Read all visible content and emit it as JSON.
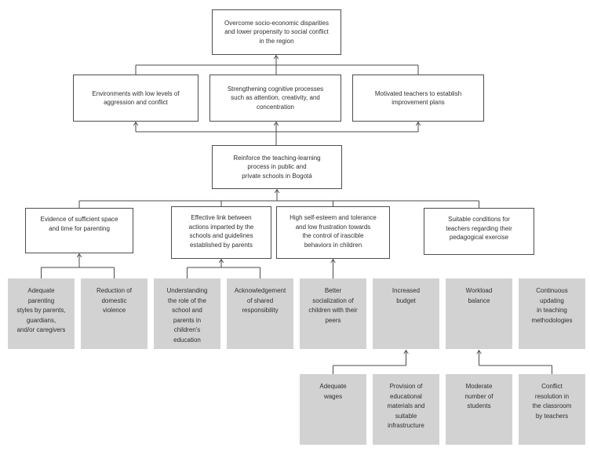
{
  "diagram": {
    "type": "objectives-tree",
    "colors": {
      "background": "#ffffff",
      "white_box_fill": "#ffffff",
      "box_border": "#4e4e4e",
      "gray_box_fill": "#d2d2d2",
      "connector_line": "#4a4a4a",
      "text": "#2f2f2f"
    },
    "goal": {
      "text": "Overcome socio-economic disparities\nand lower propensity to social conflict\nin the region"
    },
    "outcomes": [
      {
        "text": "Environments with low levels of\naggression and conflict"
      },
      {
        "text": "Strengthening cognitive processes\nsuch as attention, creativity, and\nconcentration"
      },
      {
        "text": "Motivated teachers to establish\nimprovement plans"
      }
    ],
    "objective": {
      "text": "Reinforce the teaching-learning\nprocess in public and\nprivate schools in Bogotá"
    },
    "results": [
      {
        "text": "Evidence of sufficient space\nand time for parenting"
      },
      {
        "text": "Effective link between\nactions imparted by the\nschools and guidelines\nestablished by parents"
      },
      {
        "text": "High self-esteem and tolerance\nand low frustration towards\nthe control of irascible\nbehaviors in children"
      },
      {
        "text": "Suitable conditions for\nteachers regarding their\npedagogical exercise"
      }
    ],
    "means": [
      {
        "text": "Adequate\nparenting\nstyles by parents,\nguardians,\nand/or caregivers"
      },
      {
        "text": "Reduction of\ndomestic\nviolence"
      },
      {
        "text": "Understanding\nthe role of the\nschool and\nparents in\nchildren's\neducation"
      },
      {
        "text": "Acknowledgement\nof shared\nresponsibility"
      },
      {
        "text": "Better\nsocialization of\nchildren with their\npeers"
      },
      {
        "text": "Increased\nbudget"
      },
      {
        "text": "Workload\nbalance"
      },
      {
        "text": "Continuous\nupdating\nin teaching\nmethodologies"
      }
    ],
    "sub_means": [
      {
        "text": "Adequate\nwages"
      },
      {
        "text": "Provision of\neducational\nmaterials and\nsuitable\ninfrastructure"
      },
      {
        "text": "Moderate\nnumber of\nstudents"
      },
      {
        "text": "Conflict\nresolution in\nthe classroom\nby teachers"
      }
    ]
  }
}
